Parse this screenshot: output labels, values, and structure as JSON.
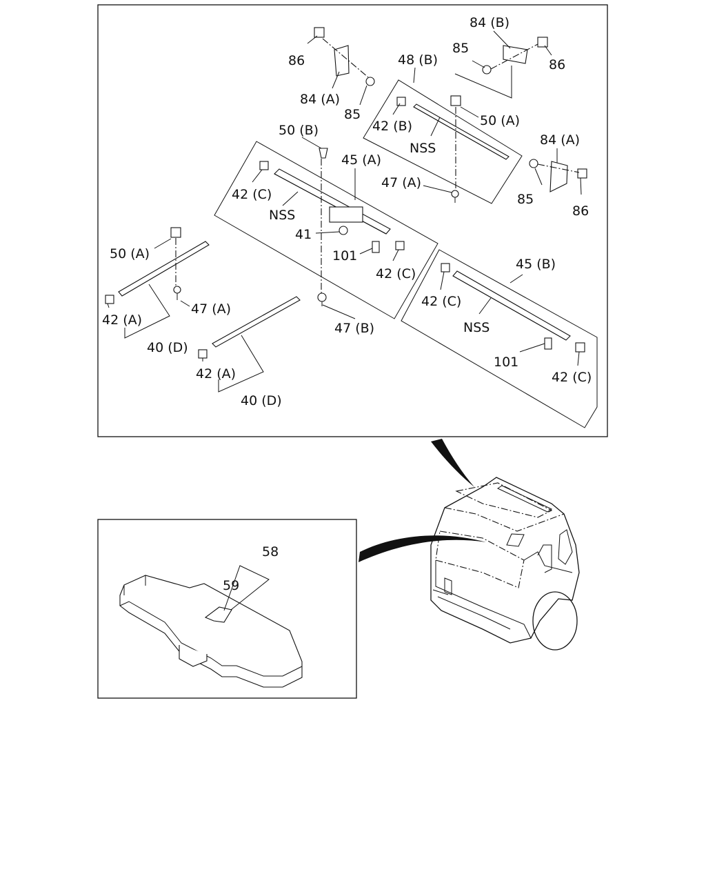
{
  "upper_panel": {
    "labels": {
      "p86_a": "86",
      "p84a_a": "84 (A)",
      "p85_a": "85",
      "p84b": "84 (B)",
      "p85_b": "85",
      "p86_b": "86",
      "p48b": "48 (B)",
      "p42b": "42 (B)",
      "p50a_a": "50 (A)",
      "nss_a": "NSS",
      "p84a_b": "84 (A)",
      "p85_c": "85",
      "p86_c": "86",
      "p47a_a": "47 (A)",
      "p50b": "50 (B)",
      "p45a": "45 (A)",
      "p42c_a": "42 (C)",
      "nss_b": "NSS",
      "p41": "41",
      "p101_a": "101",
      "p42c_b": "42 (C)",
      "p50a_b": "50 (A)",
      "p47a_b": "47 (A)",
      "p42a_a": "42 (A)",
      "p40d_a": "40 (D)",
      "p47b": "47 (B)",
      "p42a_b": "42 (A)",
      "p40d_b": "40 (D)",
      "p45b": "45 (B)",
      "p42c_c": "42 (C)",
      "nss_c": "NSS",
      "p101_b": "101",
      "p42c_d": "42 (C)"
    }
  },
  "lower_panel": {
    "labels": {
      "p58": "58",
      "p59": "59"
    }
  }
}
